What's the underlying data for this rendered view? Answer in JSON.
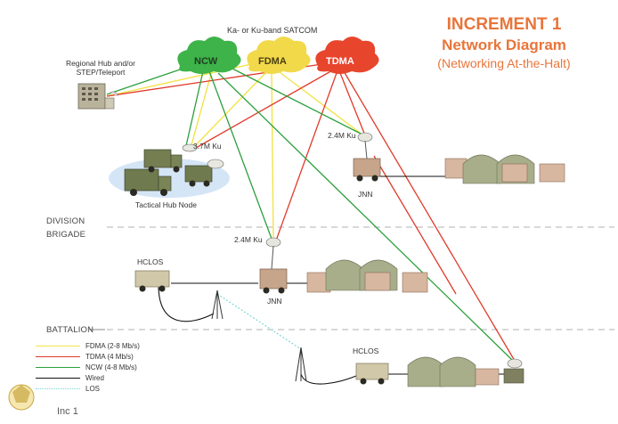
{
  "header": {
    "title_line1": "INCREMENT 1",
    "title_line2": "Network Diagram",
    "title_line3": "(Networking At-the-Halt)"
  },
  "satcom": {
    "band_label": "Ka- or Ku-band SATCOM",
    "clouds": [
      {
        "label": "NCW",
        "color": "#3db34a"
      },
      {
        "label": "FDMA",
        "color": "#f2d94a"
      },
      {
        "label": "TDMA",
        "color": "#e8452d"
      }
    ]
  },
  "nodes": {
    "regional_hub": "Regional Hub and/or\nSTEP/Teleport",
    "tactical_hub": "Tactical Hub Node",
    "hub_rate": "3.7M Ku",
    "division_rate": "2.4M Ku",
    "division_jnn": "JNN",
    "brigade_rate": "2.4M Ku",
    "brigade_jnn": "JNN",
    "brigade_hclos": "HCLOS",
    "battalion_hclos": "HCLOS"
  },
  "zones": {
    "division": "DIVISION",
    "brigade": "BRIGADE",
    "battalion": "BATTALION"
  },
  "legend": [
    {
      "label": "FDMA (2-8 Mb/s)",
      "color": "#f2e34a",
      "style": "solid"
    },
    {
      "label": "TDMA (4 Mb/s)",
      "color": "#e03a2a",
      "style": "solid"
    },
    {
      "label": "NCW (4-8 Mb/s)",
      "color": "#2ca03c",
      "style": "solid"
    },
    {
      "label": "Wired",
      "color": "#111111",
      "style": "solid"
    },
    {
      "label": "LOS",
      "color": "#7fd6d6",
      "style": "dotted"
    }
  ],
  "footer": {
    "label": "Inc 1"
  }
}
